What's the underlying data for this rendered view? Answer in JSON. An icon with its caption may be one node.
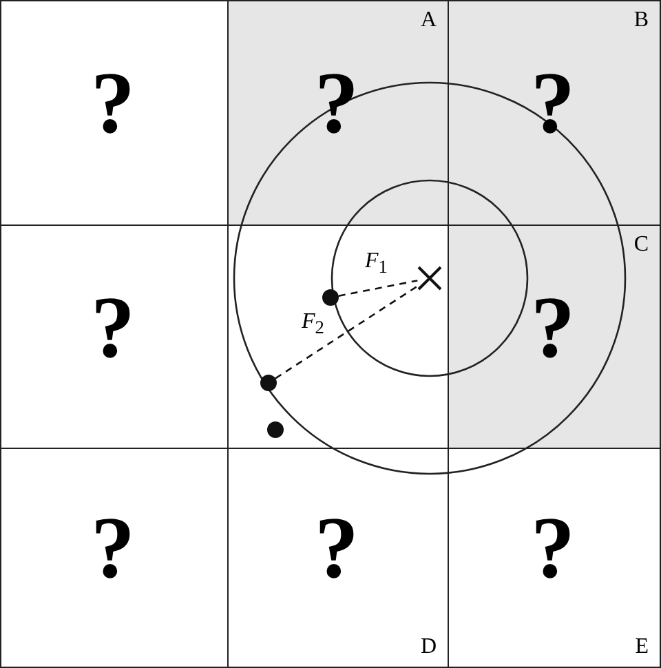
{
  "diagram": {
    "nodes": [
      {
        "text": [
          "?"
        ]
      },
      {
        "text": [
          "A",
          "?"
        ]
      },
      {
        "text": [
          "B",
          "?"
        ]
      },
      {
        "text": [
          "?"
        ]
      },
      {
        "text": [],
        "shape": "box"
      },
      {
        "text": [
          "C",
          "?"
        ]
      },
      {
        "text": [
          "?"
        ]
      },
      {
        "text": [
          "?",
          "D"
        ]
      },
      {
        "text": [
          "?",
          "E"
        ]
      },
      {
        "text": [],
        "shape": "cross",
        "in": 4
      },
      {
        "text": [],
        "shape": "circle",
        "in": 4
      },
      {
        "text": [],
        "shape": "circle",
        "in": 4
      },
      {
        "text": [],
        "shape": "circle",
        "in": 4
      }
    ],
    "edges": [
      {
        "from": 10,
        "to": 9,
        "arrow": "none",
        "style": "dashed",
        "label": "*F*$_{1}$"
      },
      {
        "from": 11,
        "to": 9,
        "arrow": "none",
        "style": "dashed",
        "label": "*F*$_{2}$"
      }
    ]
  }
}
